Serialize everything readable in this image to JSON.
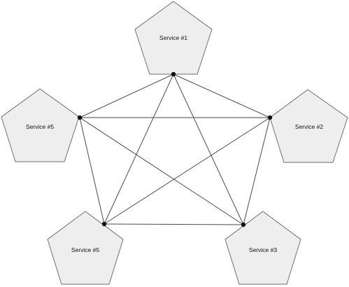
{
  "nodes": [
    {
      "id": "n1",
      "label": "Service #1"
    },
    {
      "id": "n2",
      "label": "Service #2"
    },
    {
      "id": "n3",
      "label": "Service #3"
    },
    {
      "id": "n4",
      "label": "Service #5"
    },
    {
      "id": "n5",
      "label": "Service #5"
    }
  ],
  "edges": [
    [
      "n1",
      "n2"
    ],
    [
      "n1",
      "n3"
    ],
    [
      "n1",
      "n4"
    ],
    [
      "n1",
      "n5"
    ],
    [
      "n2",
      "n3"
    ],
    [
      "n2",
      "n4"
    ],
    [
      "n2",
      "n5"
    ],
    [
      "n3",
      "n4"
    ],
    [
      "n3",
      "n5"
    ],
    [
      "n4",
      "n5"
    ]
  ],
  "colors": {
    "node_fill": "#eeeeee",
    "node_stroke": "#6f6f6f",
    "edge": "#4a4a4a",
    "port": "#111111"
  }
}
